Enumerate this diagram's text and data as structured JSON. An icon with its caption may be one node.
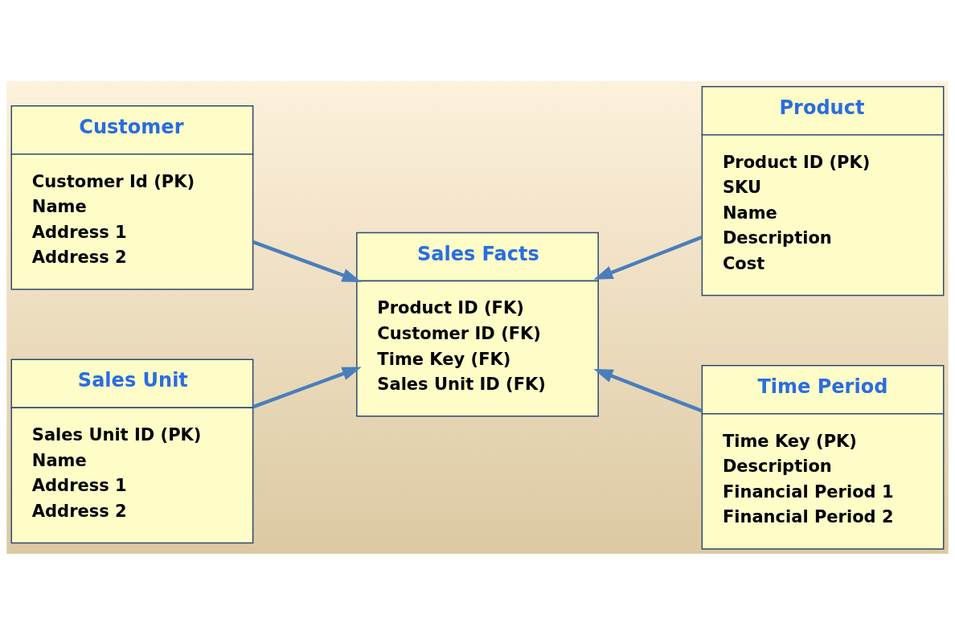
{
  "diagram": {
    "nodes": [
      {
        "text": [
          "Customer",
          "Customer Id (PK)",
          "Name",
          "Address 1",
          "Address 2"
        ]
      },
      {
        "text": [
          "Product",
          "Product ID (PK)",
          "SKU",
          "Name",
          "Description",
          "Cost"
        ]
      },
      {
        "text": [
          "Sales Facts",
          "Product ID (FK)",
          "Customer ID (FK)",
          "Time Key (FK)",
          "Sales Unit ID (FK)"
        ]
      },
      {
        "text": [
          "Sales Unit",
          "Sales Unit ID (PK)",
          "Name",
          "Address 1",
          "Address 2"
        ]
      },
      {
        "text": [
          "Time Period",
          "Time Key (PK)",
          "Description",
          "Financial Period 1",
          "Financial Period 2"
        ]
      }
    ],
    "edges": [
      {
        "from": 0,
        "to": 2,
        "arrow": "to"
      },
      {
        "from": 3,
        "to": 2,
        "arrow": "to"
      },
      {
        "from": 1,
        "to": 2,
        "arrow": "to"
      },
      {
        "from": 4,
        "to": 2,
        "arrow": "to"
      }
    ]
  }
}
